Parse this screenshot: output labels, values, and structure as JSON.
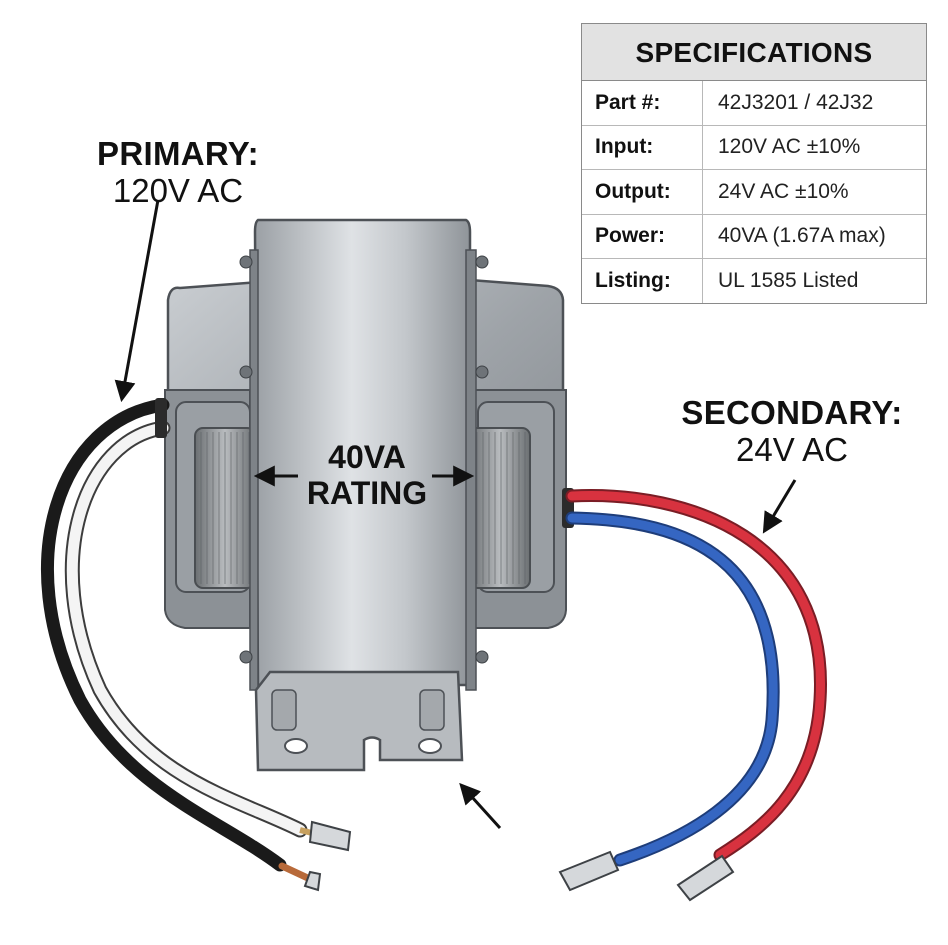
{
  "labels": {
    "primary": {
      "title": "PRIMARY:",
      "voltage": "120V AC"
    },
    "secondary": {
      "title": "SECONDARY:",
      "voltage": "24V AC"
    },
    "rating": {
      "line1": "40VA",
      "line2": "RATING"
    }
  },
  "specifications": {
    "title": "SPECIFICATIONS",
    "rows": [
      {
        "key": "Part #:",
        "value": "42J3201 / 42J32"
      },
      {
        "key": "Input:",
        "value": "120V AC ±10%"
      },
      {
        "key": "Output:",
        "value": "24V AC ±10%"
      },
      {
        "key": "Power:",
        "value": "40VA (1.67A max)"
      },
      {
        "key": "Listing:",
        "value": "UL 1585 Listed"
      }
    ]
  },
  "colors": {
    "primary_wire_hot": "#1a1a1a",
    "primary_wire_neutral": "#f4f4f4",
    "secondary_wire_a": "#d8323f",
    "secondary_wire_b": "#3566c2",
    "metal": "#a9aeb3"
  }
}
